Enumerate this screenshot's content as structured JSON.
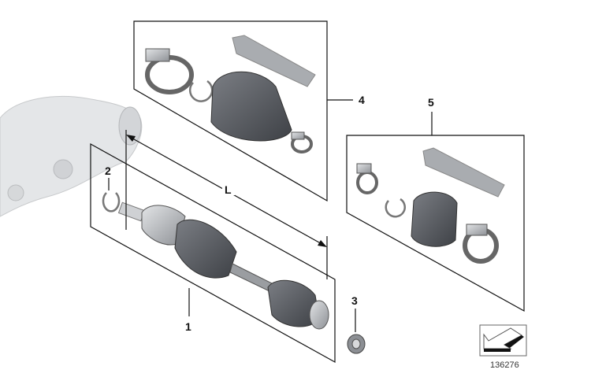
{
  "diagram": {
    "callouts": [
      {
        "id": "1",
        "text": "1"
      },
      {
        "id": "2",
        "text": "2"
      },
      {
        "id": "3",
        "text": "3"
      },
      {
        "id": "4",
        "text": "4"
      },
      {
        "id": "5",
        "text": "5"
      }
    ],
    "dimension_label": "L",
    "image_number": "136276",
    "colors": {
      "part_dark": "#5a5d63",
      "part_light": "#b9bcc0",
      "housing": "#dfe1e3",
      "line": "#111111"
    }
  }
}
